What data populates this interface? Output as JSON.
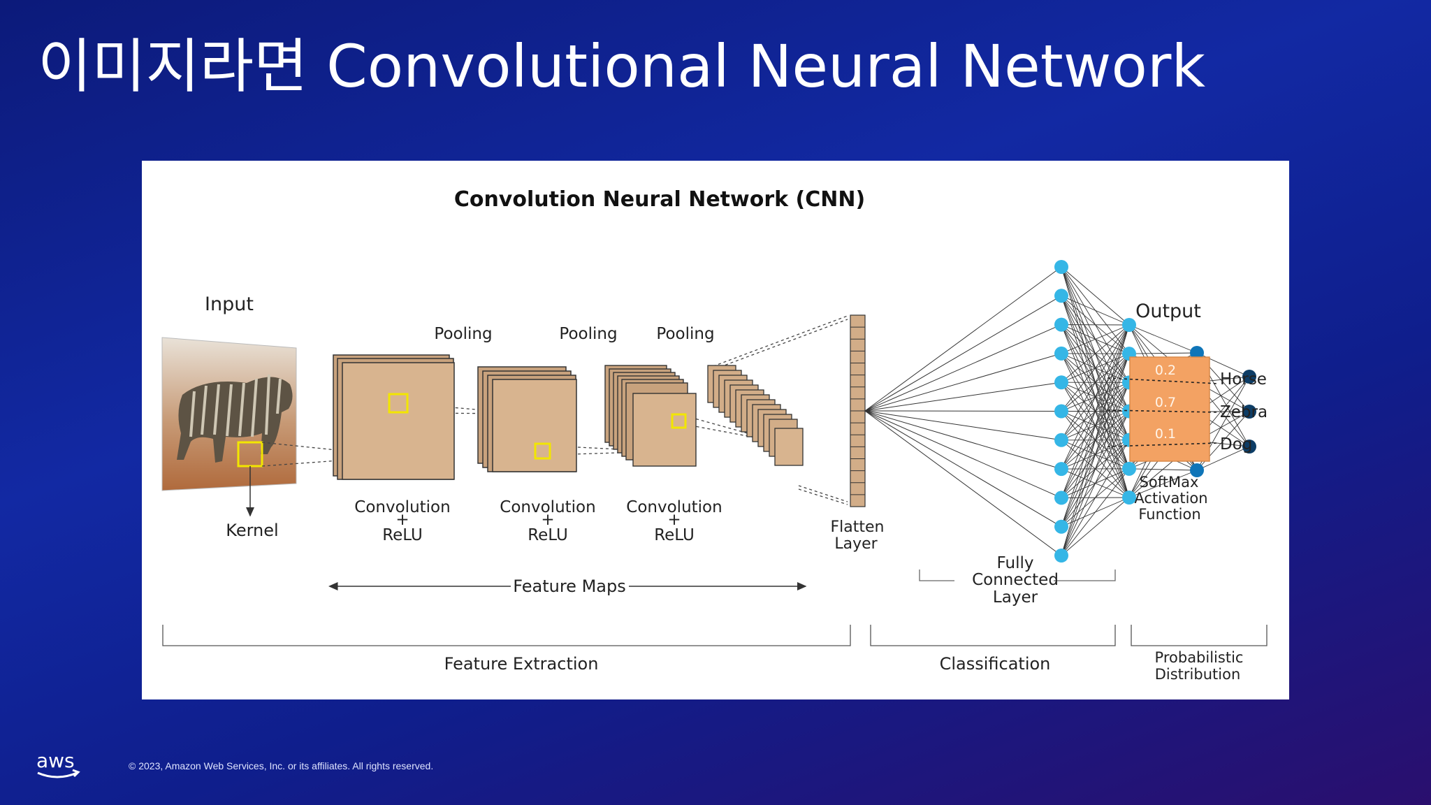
{
  "slide": {
    "title": "이미지라면 Convolutional Neural Network",
    "footer": "© 2023, Amazon Web Services, Inc. or its affiliates. All rights reserved.",
    "logo_text": "aws"
  },
  "diagram": {
    "title": "Convolution  Neural  Network (CNN)",
    "input_label": "Input",
    "kernel_label": "Kernel",
    "pooling_labels": [
      "Pooling",
      "Pooling",
      "Pooling"
    ],
    "conv_top": [
      "Convolution",
      "Convolution",
      "Convolution"
    ],
    "conv_plus": "+",
    "conv_bottom": [
      "ReLU",
      "ReLU",
      "ReLU"
    ],
    "feature_maps_label": "Feature  Maps",
    "flatten_label_1": "Flatten",
    "flatten_label_2": "Layer",
    "fc_label_1": "Fully",
    "fc_label_2": "Connected",
    "fc_label_3": "Layer",
    "output_label": "Output",
    "output_values": [
      "0.2",
      "0.7",
      "0.1"
    ],
    "output_classes": [
      "Horse",
      "Zebra",
      "Dog"
    ],
    "softmax_label_1": "SoftMax",
    "softmax_label_2": "Activation",
    "softmax_label_3": "Function",
    "section_labels": {
      "feature_extraction": "Feature Extraction",
      "classification": "Classification",
      "probabilistic_1": "Probabilistic",
      "probabilistic_2": "Distribution"
    },
    "colors": {
      "map_fill": "#d8b48f",
      "kernel": "#f2e600",
      "node_light": "#35b6e6",
      "node_mid": "#0f75b8",
      "node_dark": "#0d3d66",
      "output_box": "#f3a263"
    }
  }
}
